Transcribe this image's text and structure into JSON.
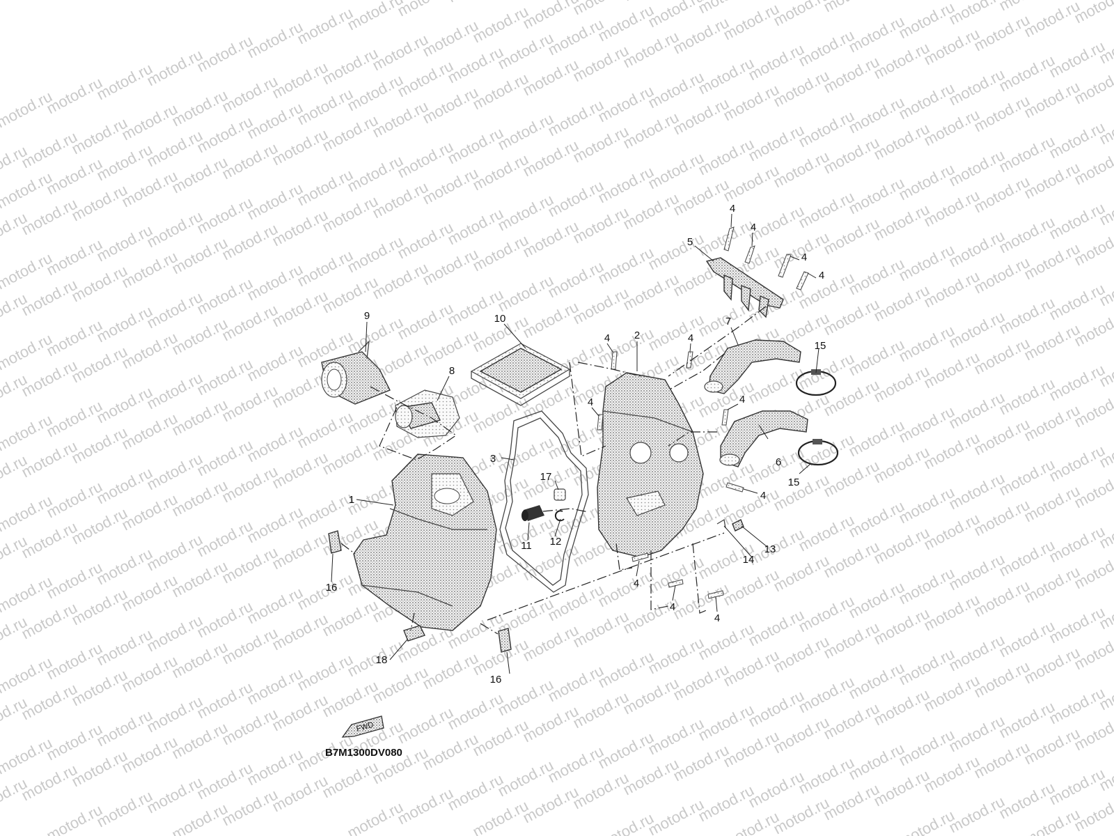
{
  "watermark": {
    "text": "motod.ru"
  },
  "callouts": {
    "c1": "1",
    "c2": "2",
    "c3": "3",
    "c4a": "4",
    "c4b": "4",
    "c4c": "4",
    "c4d": "4",
    "c4e": "4",
    "c4f": "4",
    "c4g": "4",
    "c4h": "4",
    "c4i": "4",
    "c4j": "4",
    "c4k": "4",
    "c4l": "4",
    "c5": "5",
    "c6": "6",
    "c7": "7",
    "c8": "8",
    "c9": "9",
    "c10": "10",
    "c11": "11",
    "c12": "12",
    "c13": "13",
    "c14": "14",
    "c15a": "15",
    "c15b": "15",
    "c16a": "16",
    "c16b": "16",
    "c17": "17",
    "c18": "18"
  },
  "fwd_label": "FWD",
  "diagram_code": "B7M1300DV080"
}
